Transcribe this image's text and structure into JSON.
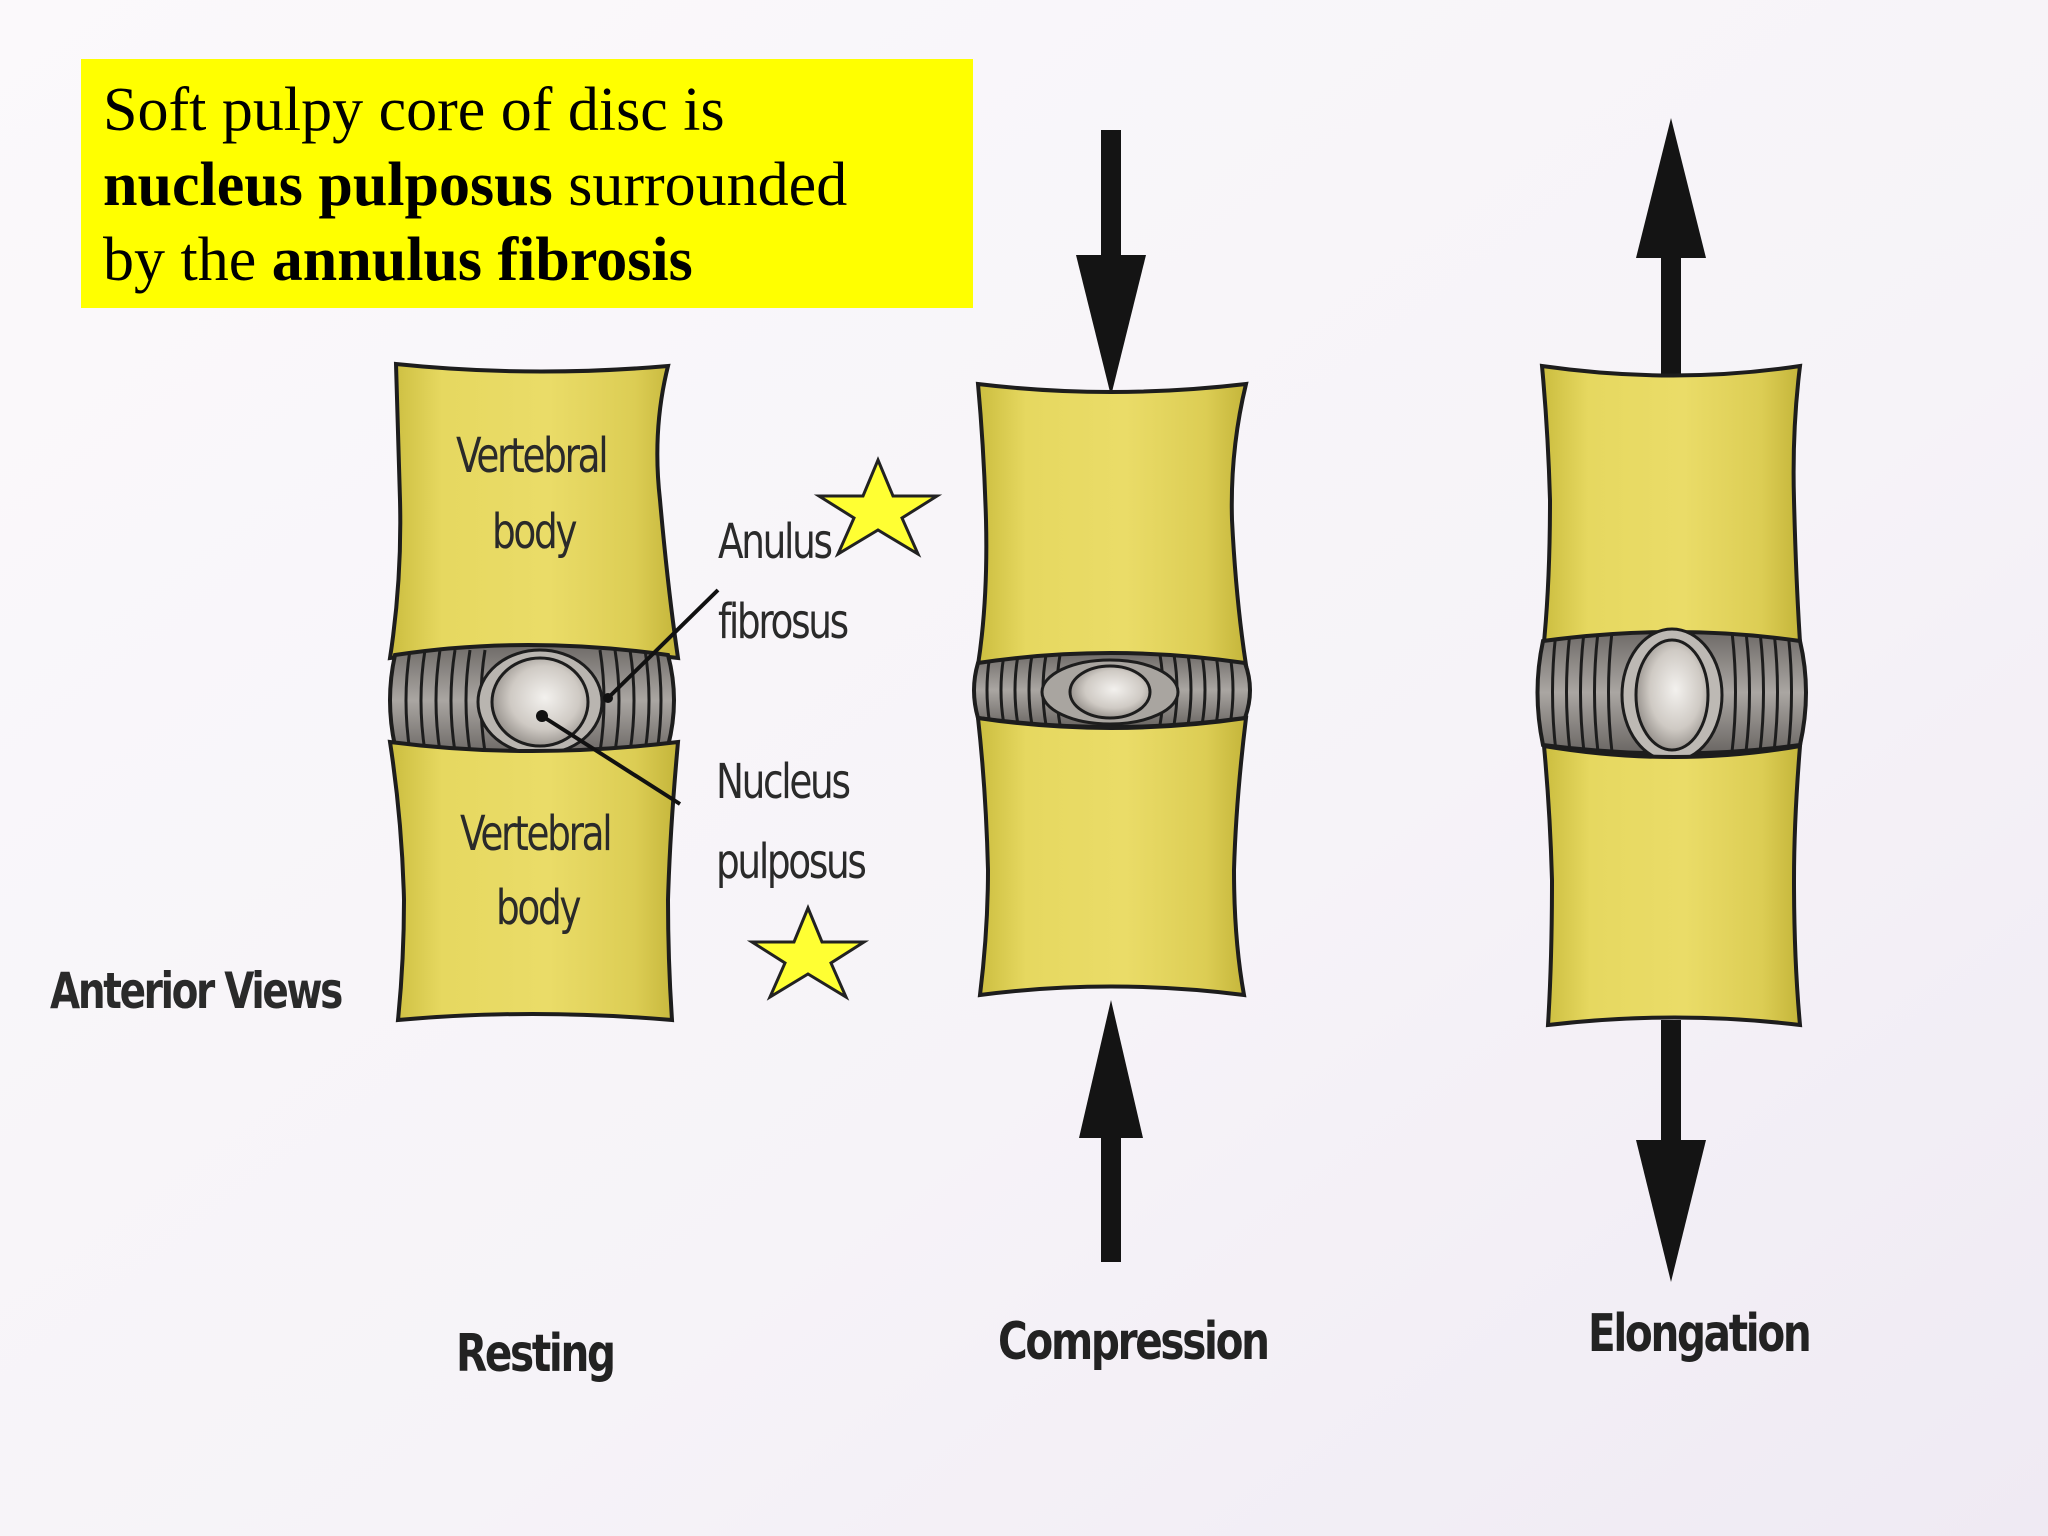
{
  "callout": {
    "line1": "Soft pulpy core of disc is",
    "line2_bold": "nucleus pulposus",
    "line2_rest": " surrounded",
    "line3_pre": "by the ",
    "line3_bold": "annulus fibrosis"
  },
  "labels": {
    "vertebral_body_top_1": "Vertebral",
    "vertebral_body_top_2": "body",
    "vertebral_body_bottom_1": "Vertebral",
    "vertebral_body_bottom_2": "body",
    "anulus_1": "Anulus",
    "anulus_2": "fibrosus",
    "nucleus_1": "Nucleus",
    "nucleus_2": "pulposus",
    "anterior_views": "Anterior Views"
  },
  "captions": {
    "resting": "Resting",
    "compression": "Compression",
    "elongation": "Elongation"
  },
  "colors": {
    "bone": "#e2d35a",
    "bone_edge": "#1d1d1d",
    "disc": "#9a9592",
    "nucleus": "#d9d5cf",
    "highlight_bg": "#ffff00",
    "star": "#ffff33"
  },
  "icons": [
    "star-icon",
    "down-arrow-icon",
    "up-arrow-icon",
    "double-arrow-icon"
  ]
}
